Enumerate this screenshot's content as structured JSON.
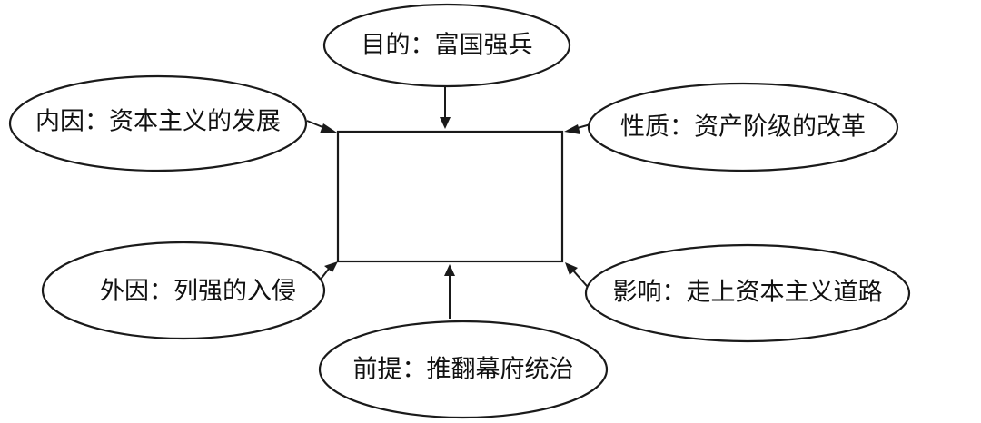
{
  "center": {
    "label": ""
  },
  "nodes": {
    "purpose": {
      "label": "目的：富国强兵"
    },
    "internal": {
      "label": "内因：资本主义的发展"
    },
    "nature": {
      "label": "性质：资产阶级的改革"
    },
    "external": {
      "label": "外因：列强的入侵"
    },
    "influence": {
      "label": "影响：走上资本主义道路"
    },
    "premise": {
      "label": "前提：推翻幕府统治"
    }
  },
  "colors": {
    "stroke": "#1a1a1a",
    "background": "#ffffff",
    "text": "#111111"
  }
}
